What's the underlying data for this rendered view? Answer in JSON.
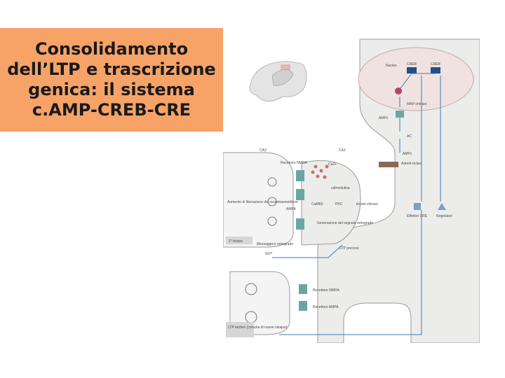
{
  "slide": {
    "title_lines": [
      "Consolidamento",
      "dell’LTP e trascrizione",
      "genica: il sistema",
      "c.AMP-CREB-CRE"
    ]
  },
  "figure": {
    "labels": {
      "nucleo": "Nucleo",
      "creb1": "CREB",
      "creb2": "CREB",
      "mapk": "MAP-chinasi",
      "pka_pki": "AMPc",
      "ac": "AC",
      "ampc": "AMPc",
      "adenylyl": "Adenil-ciclasi",
      "ca3": "CA3",
      "ca1": "CA1",
      "nmda_top": "Recettore NMDA",
      "ca2": "Ca2+",
      "calmodulin": "calmodulina",
      "aumento": "Aumento di liberazione del neurotrasmettitore",
      "ampa_label": "AMPA",
      "camkii": "CaMKII",
      "pkc": "PKC",
      "tyrk": "tirosin-chinasi",
      "retrograde": "Generazione del segnale retrogrado",
      "ltp_early": "LTP precoce",
      "retro_msg": "Messaggero retrogrado",
      "no": "NO?",
      "stim": "1° tetano",
      "rec_nmda": "Recettore NMDA",
      "rec_ampa": "Recettore AMPA",
      "ltp_late": "LTP tardivo (crescita di nuove sinapsi)",
      "effectors": "Effettori CRE",
      "regulators": "Regolatori"
    }
  },
  "colors": {
    "title_bg": "#f7a368",
    "cell_fill": "#ececeb",
    "outline": "#9a9a9a",
    "receptor": "#6aa6a0",
    "arrow": "#3e7ab8",
    "dark_blue": "#1f4f8a",
    "red_dots": "#c8706a",
    "nucleus": "#efe2e0"
  }
}
